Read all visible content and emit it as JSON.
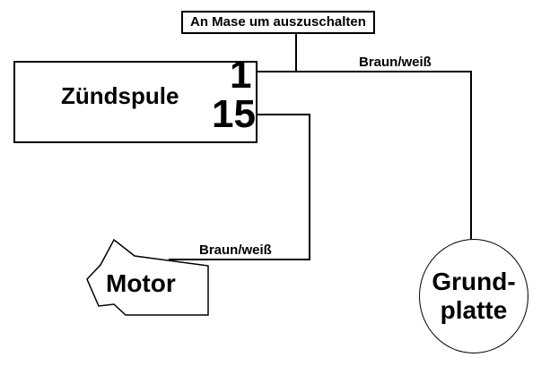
{
  "diagram": {
    "note": "An Mase um auszuschalten",
    "coil": {
      "label": "Zündspule",
      "terminal_top": "1",
      "terminal_bottom": "15"
    },
    "wires": {
      "top_label": "Braun/weiß",
      "bottom_label": "Braun/weiß"
    },
    "motor": {
      "label": "Motor"
    },
    "ground_plate": {
      "line1": "Grund-",
      "line2": "platte"
    },
    "colors": {
      "line": "#000000",
      "background": "#ffffff",
      "text": "#000000"
    }
  }
}
